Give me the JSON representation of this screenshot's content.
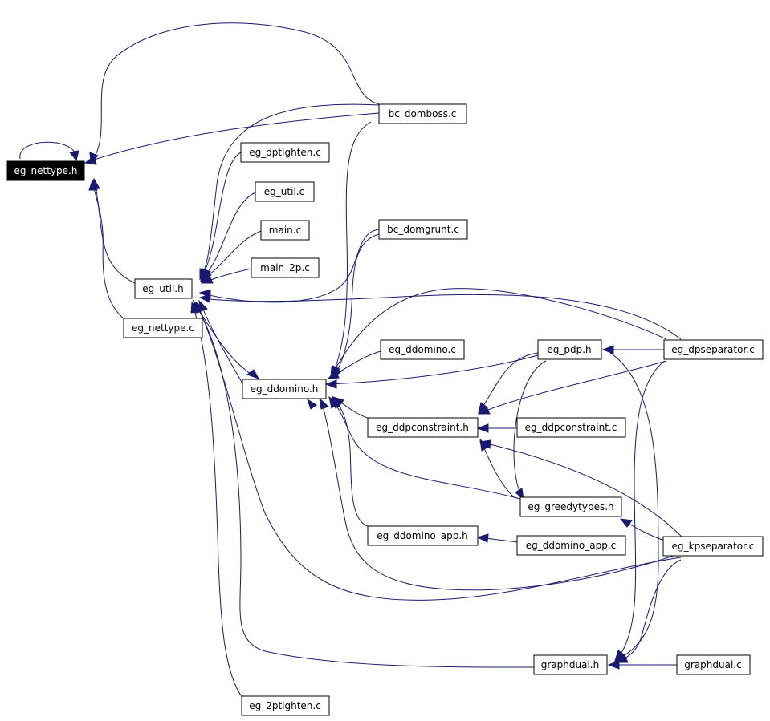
{
  "colors": {
    "edge": "#191970",
    "node_border": "#000000",
    "root_fill": "#000000",
    "root_text": "#ffffff"
  },
  "nodes": {
    "eg_nettype_h": "eg_nettype.h",
    "bc_domboss_c": "bc_domboss.c",
    "eg_dptighten_c": "eg_dptighten.c",
    "eg_util_c": "eg_util.c",
    "main_c": "main.c",
    "bc_domgrunt_c": "bc_domgrunt.c",
    "main_2p_c": "main_2p.c",
    "eg_util_h": "eg_util.h",
    "eg_nettype_c": "eg_nettype.c",
    "eg_ddomino_c": "eg_ddomino.c",
    "eg_pdp_h": "eg_pdp.h",
    "eg_dpseparator_c": "eg_dpseparator.c",
    "eg_ddomino_h": "eg_ddomino.h",
    "eg_ddpconstraint_h": "eg_ddpconstraint.h",
    "eg_ddpconstraint_c": "eg_ddpconstraint.c",
    "eg_greedytypes_h": "eg_greedytypes.h",
    "eg_ddomino_app_h": "eg_ddomino_app.h",
    "eg_ddomino_app_c": "eg_ddomino_app.c",
    "eg_kpseparator_c": "eg_kpseparator.c",
    "graphdual_h": "graphdual.h",
    "graphdual_c": "graphdual.c",
    "eg_2ptighten_c": "eg_2ptighten.c"
  }
}
